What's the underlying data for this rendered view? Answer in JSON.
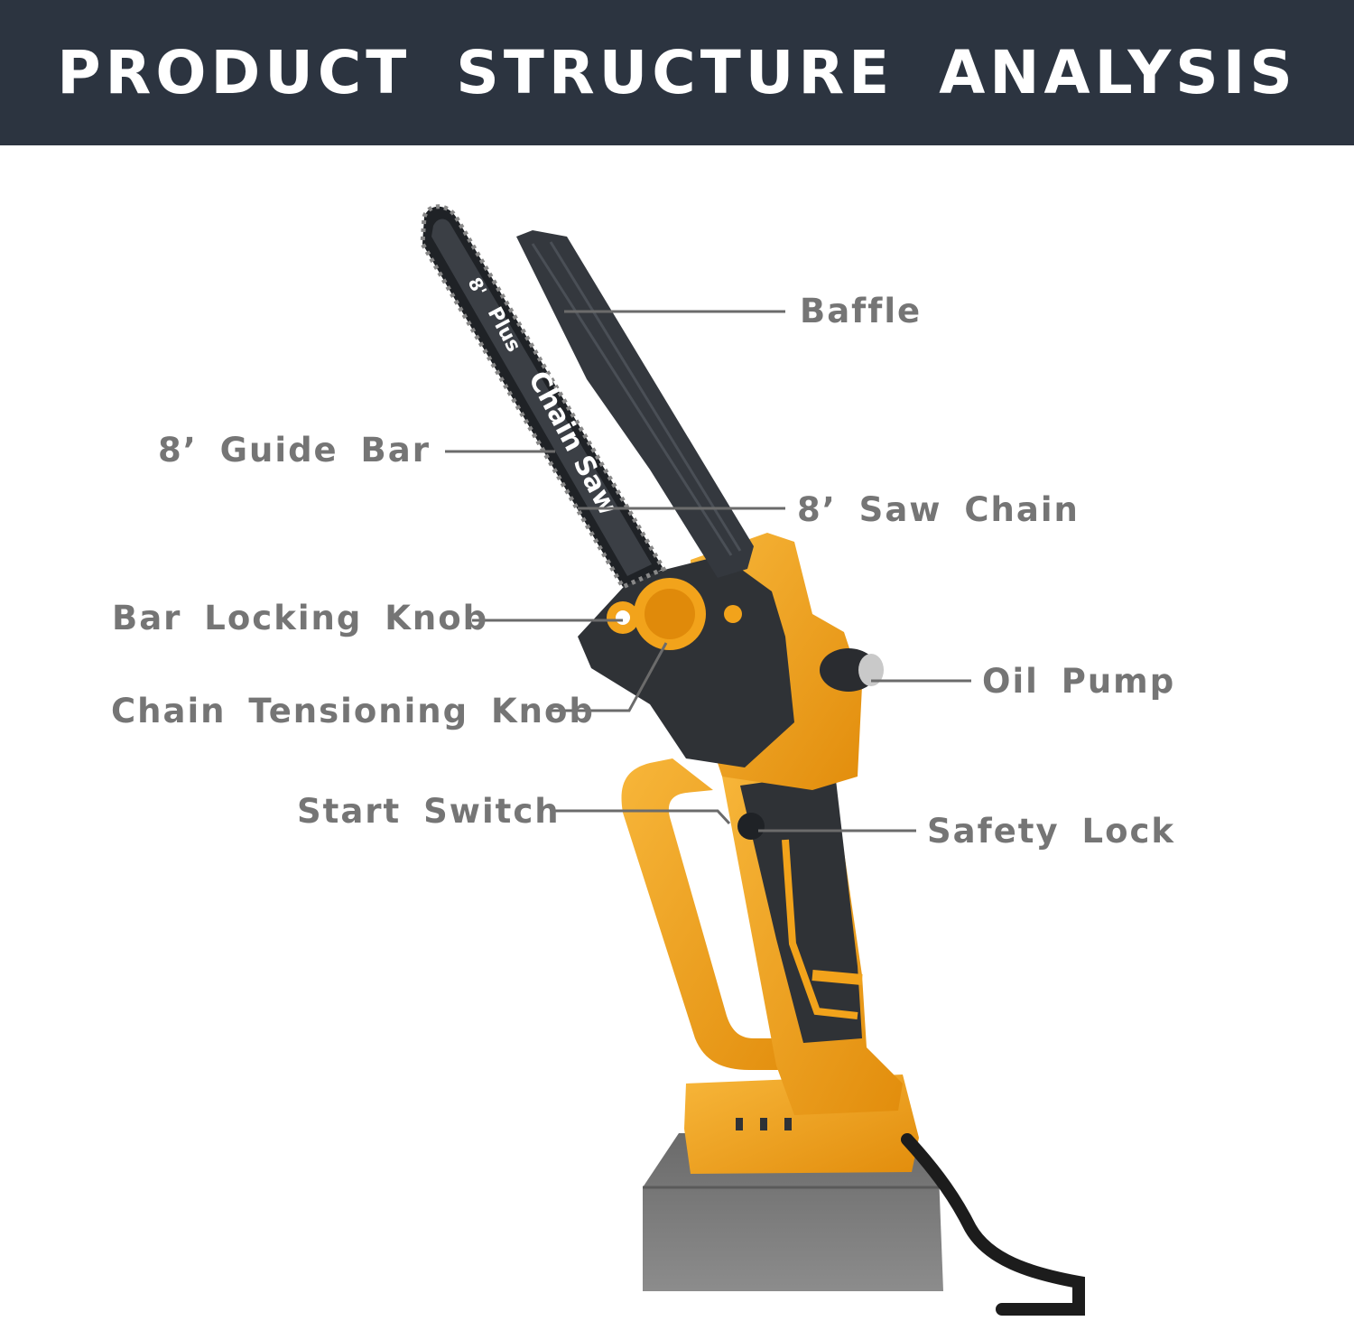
{
  "header": {
    "title": "PRODUCT STRUCTURE ANALYSIS"
  },
  "bar_text": {
    "size": "8'",
    "model": "Plus",
    "name": "Chain Saw"
  },
  "labels": {
    "baffle": "Baffle",
    "guide_bar": "8’  Guide Bar",
    "saw_chain": "8’ Saw Chain",
    "bar_locking_knob": "Bar Locking Knob",
    "chain_tensioning_knob": "Chain Tensioning Knob",
    "oil_pump": "Oil Pump",
    "start_switch": "Start Switch",
    "safety_lock": "Safety Lock"
  },
  "colors": {
    "header_bg": "#2c3440",
    "label_text": "#757575",
    "leader_line": "#6b6b6b",
    "body_orange": "#f2a31b",
    "body_dark": "#2f3236",
    "battery_gray": "#808080"
  }
}
